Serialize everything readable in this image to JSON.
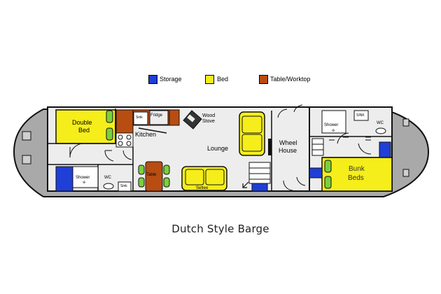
{
  "caption": "Dutch Style Barge",
  "legend": [
    {
      "label": "Storage",
      "color": "#1f3fd6"
    },
    {
      "label": "Bed",
      "color": "#f5ee1a"
    },
    {
      "label": "Table/Worktop",
      "color": "#b84d12"
    }
  ],
  "colors": {
    "hull": "#a9a9a9",
    "cabin": "#ededed",
    "outline": "#111111",
    "green": "#7ad13b"
  },
  "rooms": {
    "double_bed_line1": "Double",
    "double_bed_line2": "Bed",
    "kitchen": "Kitchen",
    "sink_kitchen": "Sink",
    "fridge": "Fridge",
    "wood_stove_line1": "Wood",
    "wood_stove_line2": "Stove",
    "lounge": "Lounge",
    "wheel_house_line1": "Wheel",
    "wheel_house_line2": "House",
    "shower_left": "Shower",
    "wc_left": "WC",
    "sink_left": "Sink",
    "table": "Table",
    "settee": "Settee",
    "shower_right": "Shower",
    "sink_right": "SINK",
    "wc_right": "WC",
    "bunk_beds_line1": "Bunk",
    "bunk_beds_line2": "Beds"
  }
}
